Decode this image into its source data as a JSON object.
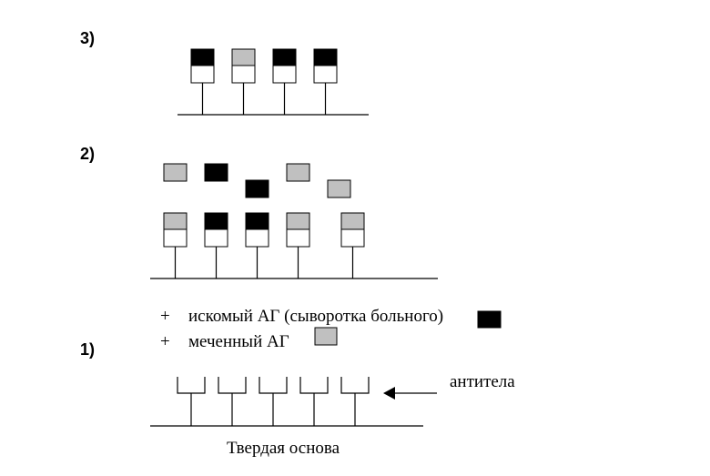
{
  "colors": {
    "target_antigen": "#000000",
    "labeled_antigen": "#c0c0c0",
    "antibody": "#ffffff",
    "line": "#000000"
  },
  "steps": [
    {
      "label": "3)"
    },
    {
      "label": "2)"
    },
    {
      "label": "1)"
    }
  ],
  "legend": [
    {
      "sign": "+",
      "text": "искомый АГ (сыворотка больного)",
      "swatch": "target_antigen"
    },
    {
      "sign": "+",
      "text": "меченный АГ",
      "swatch": "labeled_antigen"
    }
  ],
  "annotations": {
    "antibodies": "антитела",
    "solid_base": "Твердая основа"
  },
  "stage3": {
    "bound": [
      "target_antigen",
      "labeled_antigen",
      "target_antigen",
      "target_antigen"
    ]
  },
  "stage2": {
    "free": [
      "labeled_antigen",
      "target_antigen",
      "target_antigen",
      "labeled_antigen",
      "labeled_antigen"
    ],
    "bound": [
      "labeled_antigen",
      "target_antigen",
      "target_antigen",
      "labeled_antigen",
      "labeled_antigen"
    ]
  }
}
